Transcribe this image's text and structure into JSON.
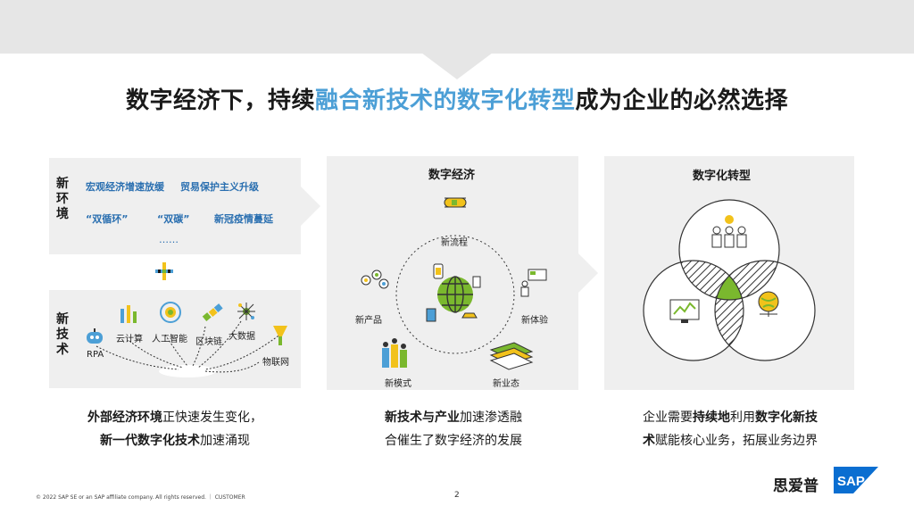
{
  "title": {
    "part1": "数字经济下，持续",
    "highlight": "融合新技术的数字化转型",
    "part2": "成为企业的必然选择"
  },
  "left_panel": {
    "env_label": [
      "新",
      "环",
      "境"
    ],
    "env_items": [
      "宏观经济增速放缓",
      "贸易保护主义升级",
      "“双循环”",
      "“双碳”",
      "新冠疫情蔓延",
      "……"
    ],
    "tech_label": [
      "新",
      "技",
      "术"
    ],
    "tech_items": [
      "RPA",
      "云计算",
      "人工智能",
      "区块链",
      "大数据",
      "物联网"
    ]
  },
  "middle_panel": {
    "title": "数字经济",
    "nodes": [
      "新流程",
      "新产品",
      "新体验",
      "新模式",
      "新业态"
    ]
  },
  "right_panel": {
    "title": "数字化转型"
  },
  "captions": {
    "left": {
      "l1_bold": "外部经济环境",
      "l1_rest": "正快速发生变化，",
      "l2_bold": "新一代数字化技术",
      "l2_rest": "加速涌现"
    },
    "middle": {
      "l1_bold": "新技术与产业",
      "l1_rest": "加速渗透融",
      "l2_rest": "合催生了数字经济的发展"
    },
    "right": {
      "l1_pre": "企业需要",
      "l1_bold1": "持续地",
      "l1_mid": "利用",
      "l1_bold2": "数字化新技",
      "l2_bold": "术",
      "l2_rest": "赋能核心业务，拓展业务边界"
    }
  },
  "footer": {
    "copyright": "© 2022 SAP SE or an SAP affiliate company. All rights reserved.  ｜  CUSTOMER",
    "page": "2",
    "brand_cn": "思爱普",
    "brand_logo": "SAP"
  },
  "colors": {
    "accent_blue": "#4c9fd6",
    "green": "#7ab82e",
    "yellow": "#f2c21b",
    "sap_blue": "#0a6ed1"
  }
}
